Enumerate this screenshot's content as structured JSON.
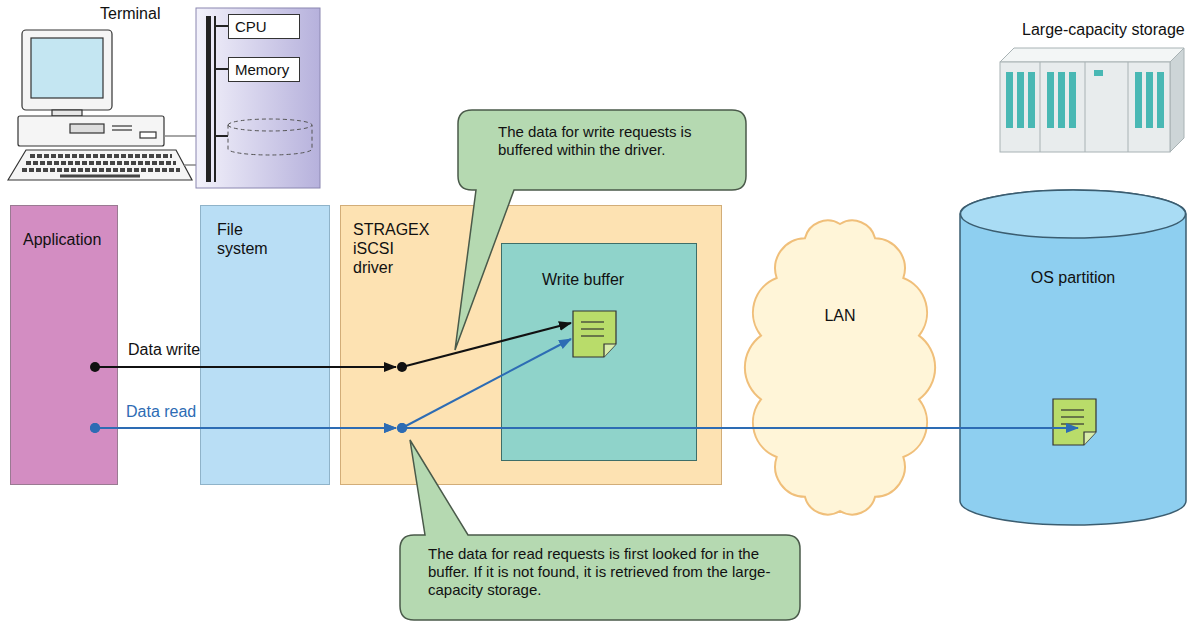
{
  "diagram": {
    "nodes": [
      {
        "text": [
          "CPU"
        ]
      },
      {
        "text": [
          "Memory"
        ]
      },
      {
        "text": [
          "The data for write requests is buffered within the driver."
        ]
      },
      {
        "text": [
          "Application"
        ]
      },
      {
        "text": [
          "File system"
        ]
      },
      {
        "text": [
          "STRAGEX iSCSI driver"
        ]
      },
      {
        "text": [
          "Write buffer"
        ],
        "in": 5
      },
      {
        "text": [
          "LAN"
        ]
      },
      {
        "text": [
          "OS partition"
        ]
      },
      {
        "text": [
          "The data for read requests is first looked for in the buffer. If it is not found, it is retrieved from the large-capacity storage."
        ]
      }
    ],
    "edges": [
      {
        "from": 3,
        "to": 6,
        "label": "Data write",
        "arrow": "to"
      },
      {
        "from": 3,
        "to": 6,
        "arrow": "to"
      },
      {
        "from": 3,
        "to": 8,
        "label": "Data read",
        "arrow": "to"
      }
    ],
    "labels": [
      "Terminal",
      "Large-capacity storage"
    ]
  }
}
